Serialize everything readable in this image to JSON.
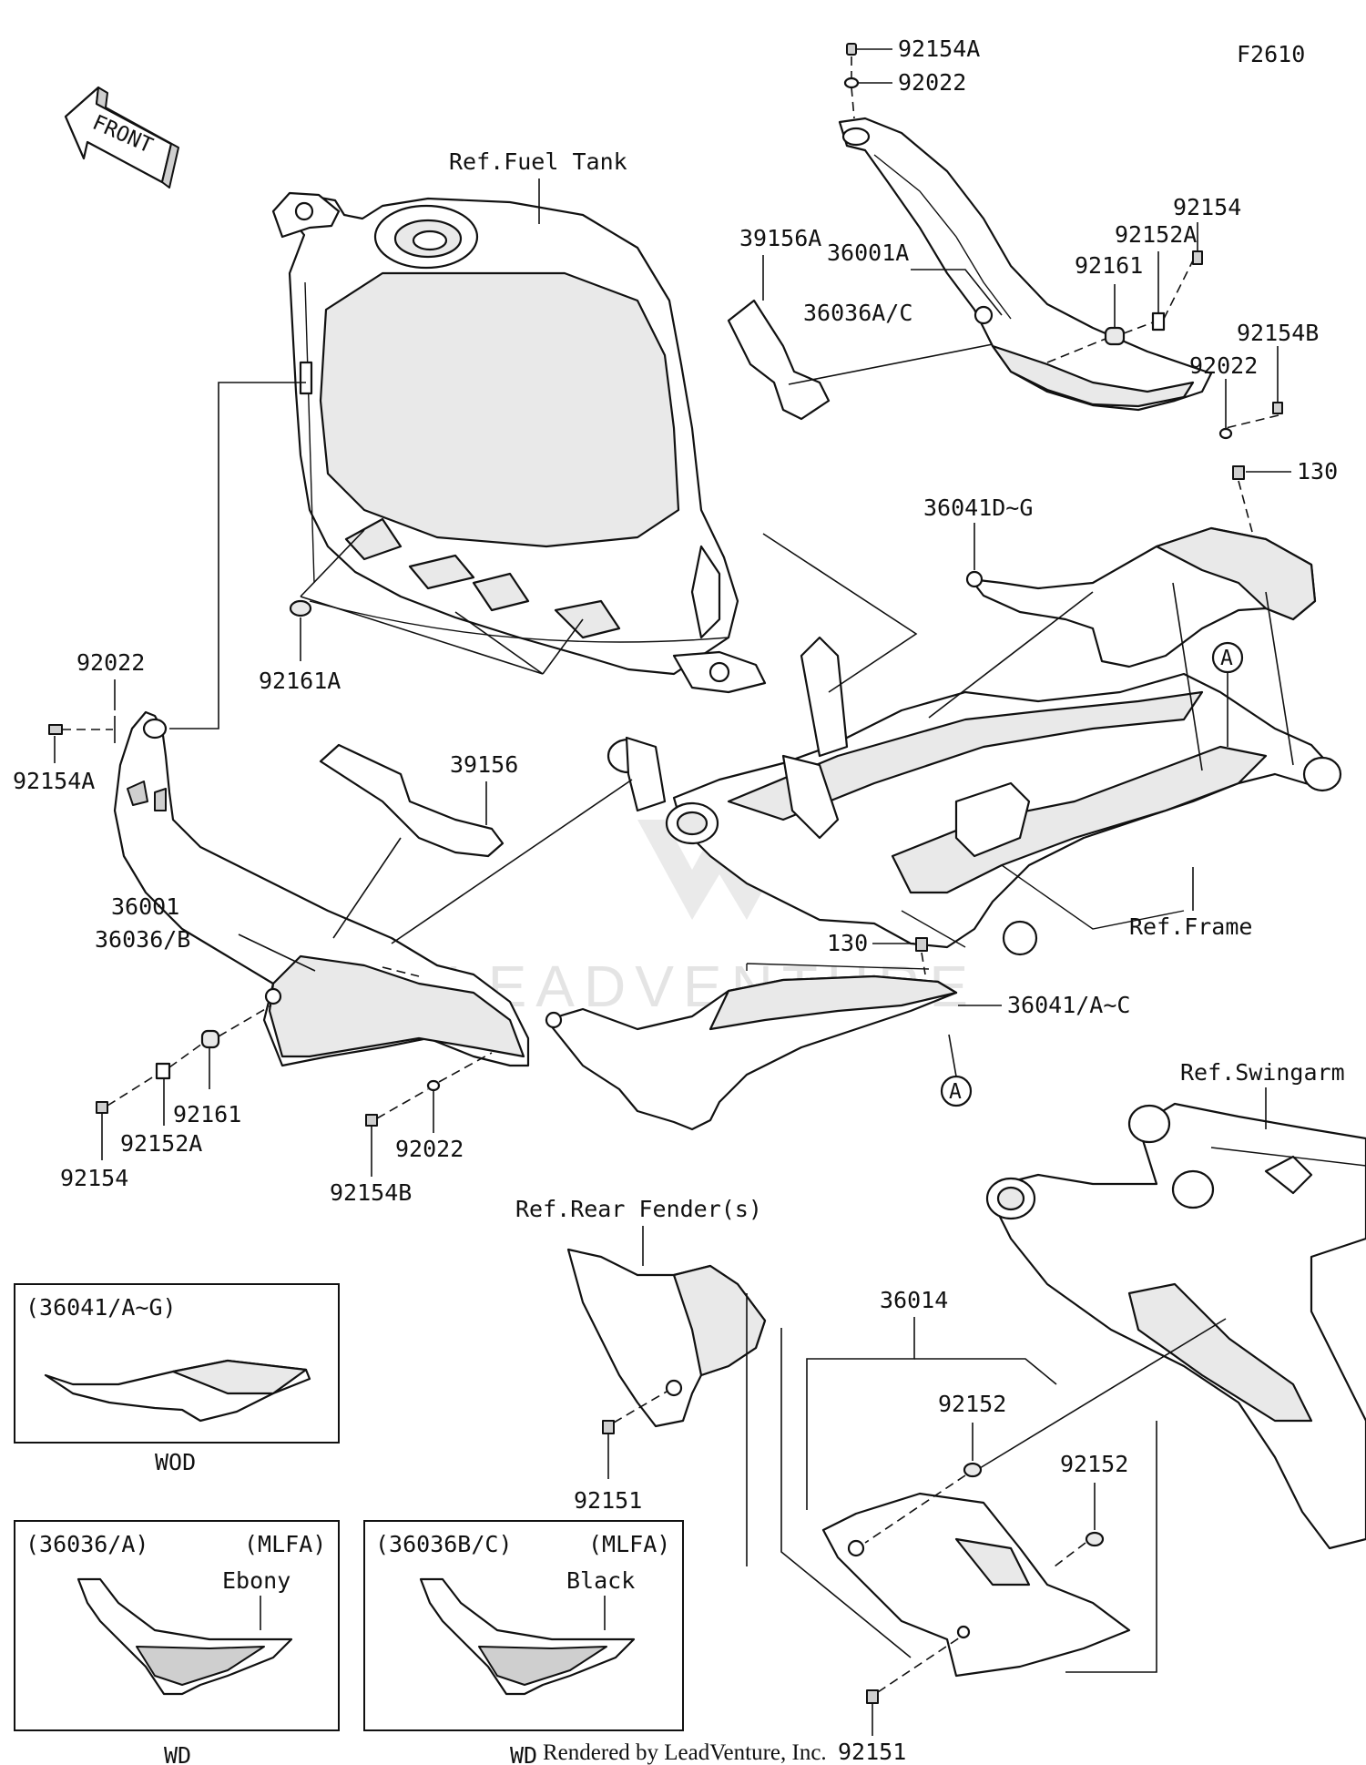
{
  "figure_code": "F2610",
  "front_label": "FRONT",
  "watermark": "LEADVENTURE",
  "credit": "Rendered by LeadVenture, Inc.",
  "refs": {
    "fuel_tank": "Ref.Fuel Tank",
    "frame": "Ref.Frame",
    "swingarm": "Ref.Swingarm",
    "rear_fender": "Ref.Rear Fender(s)"
  },
  "callouts": {
    "top_92154A": "92154A",
    "top_92022": "92022",
    "r_92154": "92154",
    "r_92152A": "92152A",
    "r_92161": "92161",
    "r_92154B": "92154B",
    "r_92022": "92022",
    "r_130": "130",
    "p_39156A": "39156A",
    "p_36001A": "36001A",
    "p_36036AC": "36036A/C",
    "p_36041DG": "36041D~G",
    "circle_a_upper": "A",
    "p_92161A": "92161A",
    "l_92022": "92022",
    "l_92154A": "92154A",
    "p_39156": "39156",
    "p_36001": "36001",
    "p_36036B": "36036/B",
    "m_130": "130",
    "p_36041AC": "36041/A~C",
    "circle_a_lower": "A",
    "b_92154": "92154",
    "b_92152A": "92152A",
    "b_92161": "92161",
    "b_92154B": "92154B",
    "b_92022": "92022",
    "p_36014": "36014",
    "f_92151": "92151",
    "s_92152_a": "92152",
    "s_92152_b": "92152",
    "s_92151": "92151"
  },
  "insets": [
    {
      "title": "(36041/A~G)",
      "variant": "",
      "color": "",
      "footer": "WOD"
    },
    {
      "title": "(36036/A)",
      "variant": "(MLFA)",
      "color": "Ebony",
      "footer": "WD"
    },
    {
      "title": "(36036B/C)",
      "variant": "(MLFA)",
      "color": "Black",
      "footer": "WD"
    }
  ]
}
